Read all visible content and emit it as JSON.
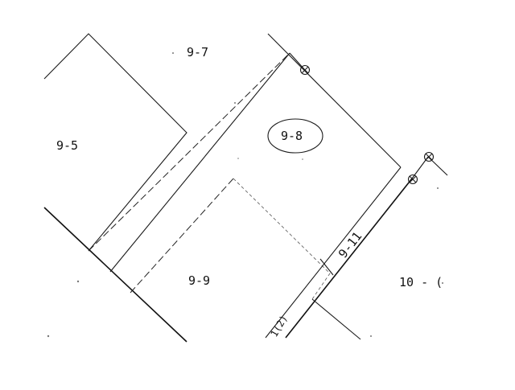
{
  "map": {
    "parcels": [
      {
        "id": "p-9-7",
        "label": "9-7"
      },
      {
        "id": "p-9-5",
        "label": "9-5"
      },
      {
        "id": "p-9-8",
        "label": "9-8",
        "circled": true
      },
      {
        "id": "p-9-9",
        "label": "9-9"
      },
      {
        "id": "p-9-11",
        "label": "9-11"
      },
      {
        "id": "p-10",
        "label": "10 - ("
      },
      {
        "id": "p-sub-1-2",
        "label": "1(2)"
      }
    ],
    "markers": [
      {
        "id": "m1",
        "symbol": "survey-point-icon"
      },
      {
        "id": "m2",
        "symbol": "survey-point-icon"
      },
      {
        "id": "m3",
        "symbol": "survey-point-icon"
      }
    ],
    "colors": {
      "background": "#ffffff",
      "ink": "#111111"
    }
  }
}
